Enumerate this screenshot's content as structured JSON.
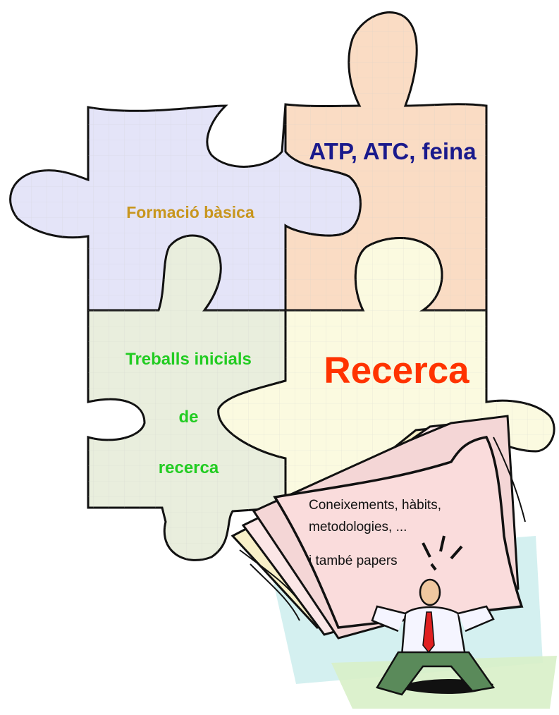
{
  "pieces": {
    "formacio": {
      "label": "Formació bàsica",
      "fill": "#e4e4f8",
      "text_color": "#c8961e"
    },
    "atp": {
      "label": "ATP, ATC, feina",
      "fill": "#fadcc4",
      "text_color": "#1a1a8c"
    },
    "treballs": {
      "line1": "Treballs inicials",
      "line2": "de",
      "line3": "recerca",
      "fill": "#e9eedd",
      "text_color": "#22cc22"
    },
    "recerca": {
      "label": "Recerca",
      "fill": "#fbfae0",
      "text_color": "#ff3300"
    }
  },
  "clipart": {
    "name": "man-holding-papers",
    "paper_fill": "#fadcdc",
    "text_line1": "Coneixements, hàbits,",
    "text_line2": "metodologies, ...",
    "text_line3": "i també papers"
  }
}
